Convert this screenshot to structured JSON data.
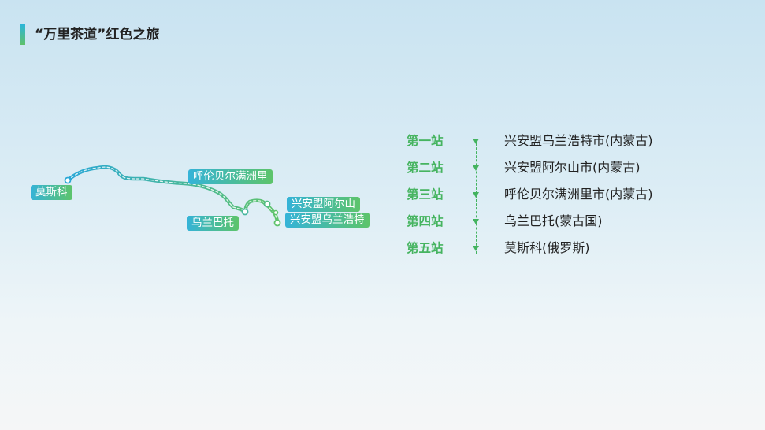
{
  "title": "“万里茶道”红色之旅",
  "colors": {
    "accent_blue": "#35b3d8",
    "accent_green": "#5dc46a",
    "station_green": "#46b460",
    "text_dark": "#222222"
  },
  "map": {
    "labels": {
      "moscow": "莫斯科",
      "manzhouli": "呼伦贝尔满洲里",
      "ulaanbaatar": "乌兰巴托",
      "arxan": "兴安盟阿尔山",
      "ulanhot": "兴安盟乌兰浩特"
    }
  },
  "stations": [
    {
      "no": "第一站",
      "city": "兴安盟乌兰浩特市(内蒙古)"
    },
    {
      "no": "第二站",
      "city": "兴安盟阿尔山市(内蒙古)"
    },
    {
      "no": "第三站",
      "city": "呼伦贝尔满洲里市(内蒙古)"
    },
    {
      "no": "第四站",
      "city": "乌兰巴托(蒙古国)"
    },
    {
      "no": "第五站",
      "city": "莫斯科(俄罗斯)"
    }
  ]
}
